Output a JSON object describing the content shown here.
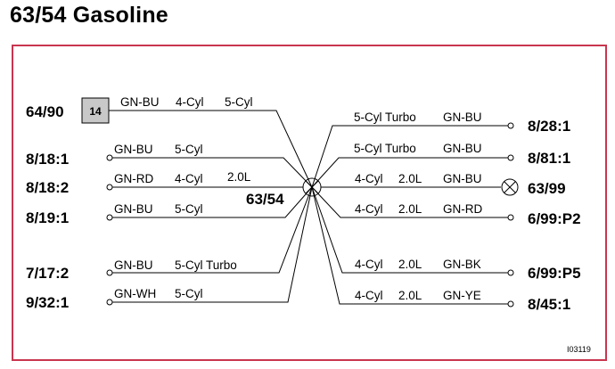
{
  "title": "63/54 Gasoline",
  "splice": {
    "label": "63/54"
  },
  "figure_id": "I03119",
  "left": {
    "top": {
      "connector": "64/90",
      "box": "14",
      "color": "GN-BU",
      "engine": "4-Cyl",
      "variant": "5-Cyl"
    },
    "rows": [
      {
        "connector": "8/18:1",
        "color": "GN-BU",
        "engine": "5-Cyl",
        "extra": ""
      },
      {
        "connector": "8/18:2",
        "color": "GN-RD",
        "engine": "4-Cyl",
        "extra": "2.0L"
      },
      {
        "connector": "8/19:1",
        "color": "GN-BU",
        "engine": "5-Cyl",
        "extra": ""
      },
      {
        "connector": "7/17:2",
        "color": "GN-BU",
        "engine": "5-Cyl Turbo",
        "extra": ""
      },
      {
        "connector": "9/32:1",
        "color": "GN-WH",
        "engine": "5-Cyl",
        "extra": ""
      }
    ]
  },
  "right": {
    "rows": [
      {
        "connector": "8/28:1",
        "engine": "5-Cyl Turbo",
        "extra": "",
        "color": "GN-BU",
        "end": "terminal"
      },
      {
        "connector": "8/81:1",
        "engine": "5-Cyl Turbo",
        "extra": "",
        "color": "GN-BU",
        "end": "terminal"
      },
      {
        "connector": "63/99",
        "engine": "4-Cyl",
        "extra": "2.0L",
        "color": "GN-BU",
        "end": "lamp"
      },
      {
        "connector": "6/99:P2",
        "engine": "4-Cyl",
        "extra": "2.0L",
        "color": "GN-RD",
        "end": "terminal"
      },
      {
        "connector": "6/99:P5",
        "engine": "4-Cyl",
        "extra": "2.0L",
        "color": "GN-BK",
        "end": "terminal"
      },
      {
        "connector": "8/45:1",
        "engine": "4-Cyl",
        "extra": "2.0L",
        "color": "GN-YE",
        "end": "terminal"
      }
    ]
  }
}
